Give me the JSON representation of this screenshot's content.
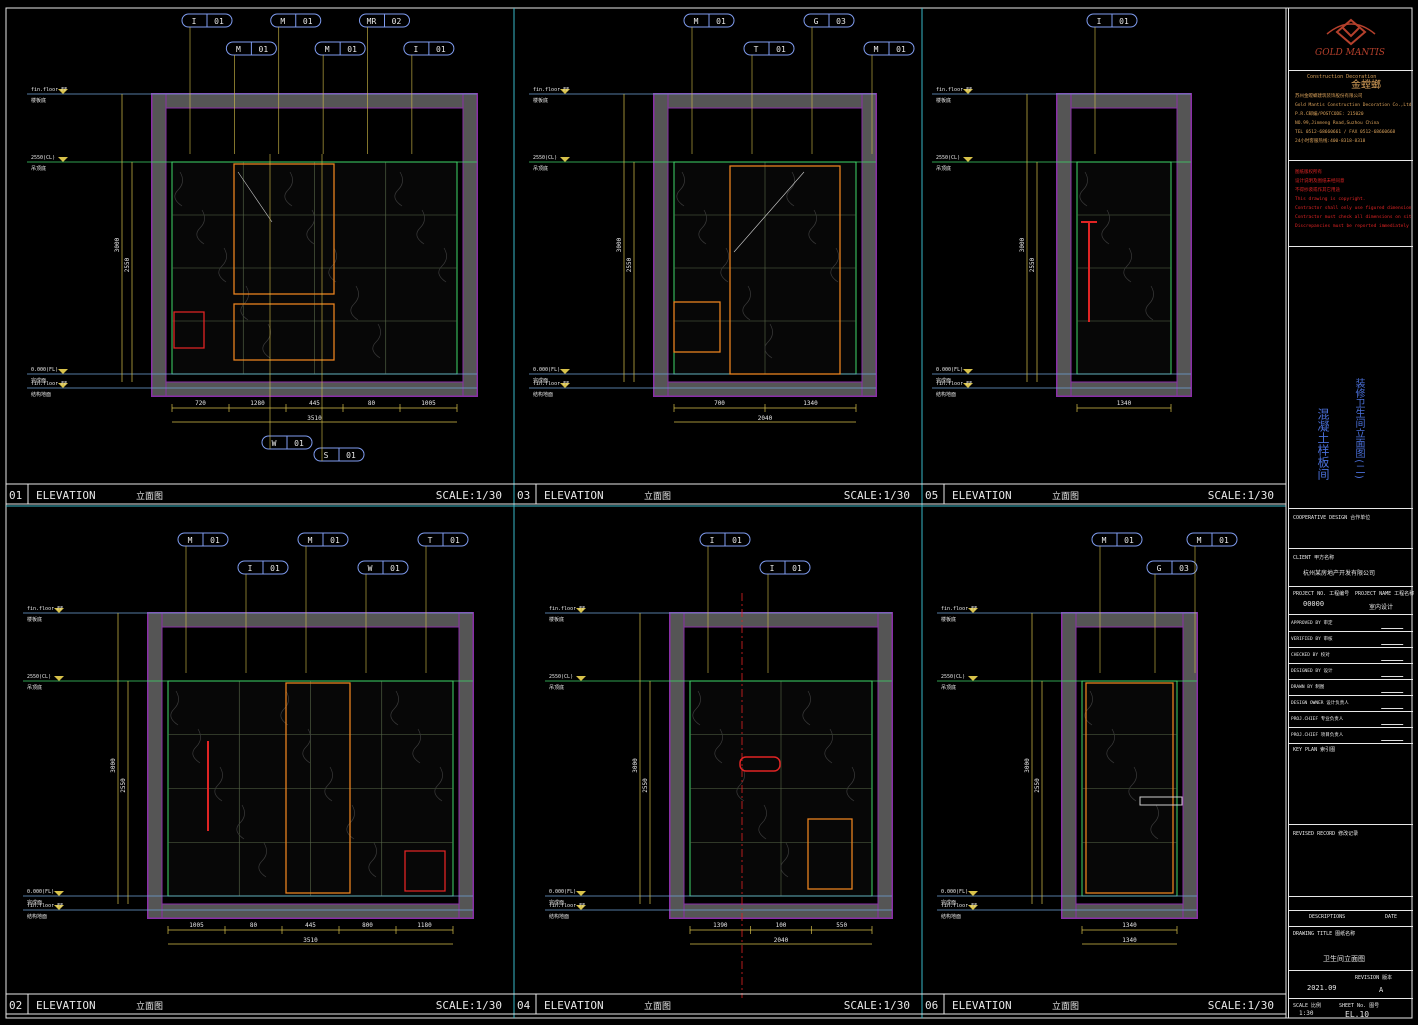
{
  "sheet": {
    "panel_label": "ELEVATION",
    "panel_label_cn": "立面图",
    "scale": "SCALE:1/30"
  },
  "panels": [
    {
      "num": "01",
      "levels": {
        "top": "fin.floor FF",
        "top_cn": "楼板底",
        "mid": "2550(CL)",
        "mid_cn": "吊顶底",
        "base": "0.000(FL)",
        "base_cn": "完成面",
        "base2": "fin.floor FF",
        "base2_cn": "结构地面"
      },
      "dims_bottom": [
        "720",
        "1280",
        "445",
        "80",
        "1005"
      ],
      "dim_total": "3510",
      "dim_vert": [
        "3000",
        "2550"
      ],
      "tags": [
        [
          "I",
          "01"
        ],
        [
          "M",
          "01"
        ],
        [
          "M",
          "01"
        ],
        [
          "M",
          "01"
        ],
        [
          "MR",
          "02"
        ],
        [
          "I",
          "01"
        ],
        [
          "W",
          "01"
        ],
        [
          "S",
          "01"
        ]
      ]
    },
    {
      "num": "03",
      "levels": {
        "top": "fin.floor FF",
        "top_cn": "楼板底",
        "mid": "2550(CL)",
        "mid_cn": "吊顶底",
        "base": "0.000(FL)",
        "base_cn": "完成面",
        "base2": "fin.floor FF",
        "base2_cn": "结构地面"
      },
      "dims_bottom": [
        "700",
        "1340"
      ],
      "dim_total": "2040",
      "dim_vert": [
        "3000",
        "2550"
      ],
      "tags": [
        [
          "M",
          "01"
        ],
        [
          "T",
          "01"
        ],
        [
          "G",
          "03"
        ],
        [
          "M",
          "01"
        ]
      ]
    },
    {
      "num": "05",
      "levels": {
        "top": "fin.floor FF",
        "top_cn": "楼板底",
        "mid": "2550(CL)",
        "mid_cn": "吊顶底",
        "base": "0.000(FL)",
        "base_cn": "完成面",
        "base2": "fin.floor FF",
        "base2_cn": "结构地面"
      },
      "dims_bottom": [
        "1340"
      ],
      "dim_total": "",
      "dim_vert": [
        "3000",
        "2550"
      ],
      "tags": [
        [
          "I",
          "01"
        ]
      ]
    },
    {
      "num": "02",
      "levels": {
        "top": "fin.floor FF",
        "top_cn": "楼板底",
        "mid": "2550(CL)",
        "mid_cn": "吊顶底",
        "base": "0.000(FL)",
        "base_cn": "完成面",
        "base2": "fin.floor FF",
        "base2_cn": "结构地面"
      },
      "dims_bottom": [
        "1005",
        "80",
        "445",
        "800",
        "1180"
      ],
      "dim_total": "3510",
      "dim_vert": [
        "3000",
        "2550"
      ],
      "tags": [
        [
          "M",
          "01"
        ],
        [
          "I",
          "01"
        ],
        [
          "M",
          "01"
        ],
        [
          "W",
          "01"
        ],
        [
          "T",
          "01"
        ]
      ]
    },
    {
      "num": "04",
      "levels": {
        "top": "fin.floor FF",
        "top_cn": "楼板底",
        "mid": "2550(CL)",
        "mid_cn": "吊顶底",
        "base": "0.000(FL)",
        "base_cn": "完成面",
        "base2": "fin.floor FF",
        "base2_cn": "结构地面"
      },
      "dims_bottom": [
        "1390",
        "100",
        "550"
      ],
      "dim_total": "2040",
      "dim_vert": [
        "3000",
        "2550"
      ],
      "tags": [
        [
          "I",
          "01"
        ],
        [
          "I",
          "01"
        ]
      ]
    },
    {
      "num": "06",
      "levels": {
        "top": "fin.floor FF",
        "top_cn": "楼板底",
        "mid": "2550(CL)",
        "mid_cn": "吊顶底",
        "base": "0.000(FL)",
        "base_cn": "完成面",
        "base2": "fin.floor FF",
        "base2_cn": "结构地面"
      },
      "dims_bottom": [
        "1340"
      ],
      "dim_total": "1340",
      "dim_vert": [
        "3000",
        "2550"
      ],
      "tags": [
        [
          "M",
          "01"
        ],
        [
          "G",
          "03"
        ],
        [
          "M",
          "01"
        ]
      ]
    }
  ],
  "title_block": {
    "brand": "GOLD MANTIS",
    "company_en": "Construction Decoration",
    "company_cn": "金螳螂",
    "address_lines": [
      "苏州金螳螂建筑装饰股份有限公司",
      "Gold Mantis Construction Decoration Co.,Ltd.",
      "P.R.C邮编/POSTCODE: 215020",
      "NO.99,Jinmeng Road,Suzhou China",
      "TEL 0512-68660661 / FAX 0512-68660668",
      "24小时客服热线:400-8318-8318"
    ],
    "notes_cn": [
      "图纸版权所有",
      "设计说明及图纸未经同意",
      "不得抄袭或作其它用途"
    ],
    "notes_en": [
      "This drawing is copyright.",
      "Contractor shall only use figured dimensions only.",
      "Contractor must check all dimensions on site.",
      "Discrepancies must be reported immediately to architects."
    ],
    "project_title_cn": "混凝土样板间",
    "sheet_subtitle_cn": "装修卫生间立面图(二)",
    "cooperative": "COOPERATIVE DESIGN 合作单位",
    "client_label": "CLIENT 甲方名称",
    "client_value": "杭州某房地产开发有限公司",
    "projectno_label": "PROJECT NO. 工程编号",
    "projectno_value": "00000",
    "proj_label": "PROJECT NAME 工程名称",
    "proj_value": "室内设计",
    "rows": [
      "APPROVED BY 审定",
      "VERIFIED BY 审核",
      "CHECKED BY 校对",
      "DESIGNED BY 设计",
      "DRAWN BY 制图",
      "DESIGN OWNER 设计负责人",
      "PROJ.CHIEF 专业负责人",
      "PROJ.CHIEF 项目负责人"
    ],
    "key_plan": "KEY PLAN 索引图",
    "revised": "REVISED RECORD 修改记录",
    "descriptions": "DESCRIPTIONS",
    "date_label": "DATE",
    "drawing_title_label": "DRAWING TITLE 图纸名称",
    "drawing_title_value": "卫生间立面图",
    "date_value": "2021.09",
    "revision_label": "REVISION 版本",
    "revision_value": "A",
    "sheet_no_label": "SHEET No. 图号",
    "sheet_no_value": "EL.10",
    "scale_label": "SCALE 比例",
    "scale_value": "1:30"
  }
}
